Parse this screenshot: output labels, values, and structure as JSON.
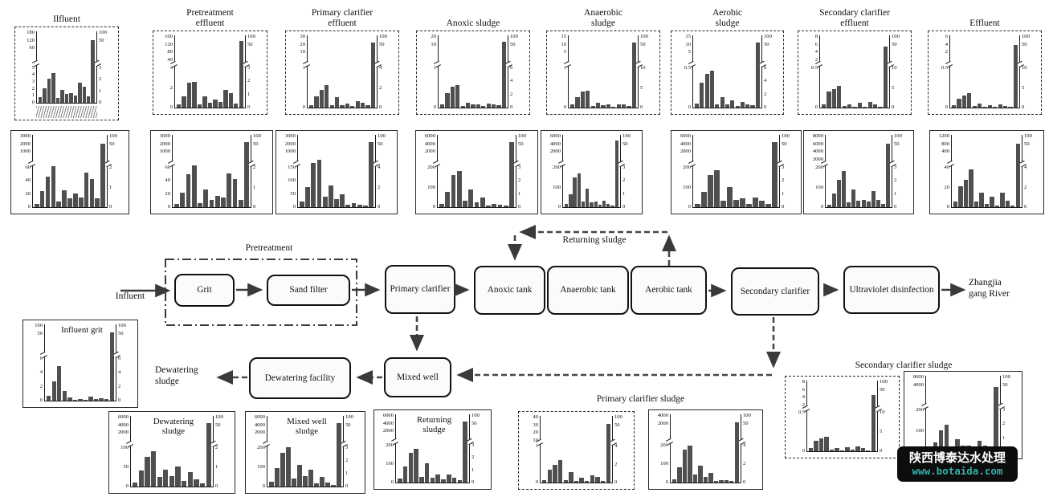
{
  "figure": {
    "bar_color": "#4f4f4f",
    "axis_color": "#1a1a1a",
    "arrow_color": "#3a3a3a",
    "watermark": {
      "line1": "陕西博泰达水处理",
      "line2": "www.botaida.com",
      "background": "#0d0d0d",
      "line1_color": "#ffffff",
      "line2_color": "#2fb3ab"
    }
  },
  "flow": {
    "influent_label": "Influent",
    "pretreatment_label": "Pretreatment",
    "returning_sludge_label": "Returning sludge",
    "dewatering_line1": "Dewatering",
    "dewatering_line2": "sludge",
    "river_line1": "Zhangjia",
    "river_line2": "gang River",
    "boxes": {
      "grit": "Grit",
      "sand_filter": "Sand filter",
      "primary_clarifier": "Primary clarifier",
      "anoxic_tank": "Anoxic tank",
      "anaerobic_tank": "Anaerobic tank",
      "aerobic_tank": "Aerobic tank",
      "secondary_clarifier": "Secondary clarifier",
      "ultraviolet": "Ultraviolet disinfection",
      "dewatering_facility": "Dewatering facility",
      "mixed_well": "Mixed well"
    }
  },
  "section_labels": {
    "primary_clarifier_sludge": "Primary clarifier sludge",
    "secondary_clarifier_sludge": "Secondary clarifier sludge"
  },
  "chart_data": [
    {
      "id": "c1",
      "type": "bar",
      "title_lines": [
        "Ilfluent"
      ],
      "title_position": "above",
      "border": "dashed",
      "axis_break": true,
      "x_labels_strip": true,
      "left_axis_upper": [
        "180",
        "120",
        "60"
      ],
      "left_axis_lower": [
        "5",
        "4",
        "3",
        "2",
        "1",
        "0"
      ],
      "right_axis_upper": [
        "100",
        "50"
      ],
      "right_axis_lower": [
        "3",
        "2",
        "1",
        "0"
      ],
      "bars_pct": [
        8,
        20,
        34,
        42,
        7,
        18,
        12,
        14,
        10,
        28,
        22,
        9,
        88
      ]
    },
    {
      "id": "c2",
      "type": "bar",
      "title_lines": [
        "Pretreatment",
        "effluent"
      ],
      "title_position": "above",
      "border": "dashed",
      "axis_break": true,
      "left_axis_upper": [
        "160",
        "120",
        "80",
        "40"
      ],
      "left_axis_lower": [
        "4",
        "2",
        "0"
      ],
      "right_axis_upper": [
        "100",
        "50"
      ],
      "right_axis_lower": [
        "3",
        "2",
        "1",
        "0"
      ],
      "bars_pct": [
        4,
        16,
        34,
        36,
        5,
        16,
        7,
        11,
        8,
        24,
        20,
        6,
        92
      ]
    },
    {
      "id": "c3",
      "type": "bar",
      "title_lines": [
        "Primary clarifier",
        "effluent"
      ],
      "title_position": "above",
      "border": "dashed",
      "axis_break": true,
      "left_axis_upper": [
        "30",
        "20",
        "10"
      ],
      "left_axis_lower": [
        "1",
        "0"
      ],
      "right_axis_upper": [
        "100",
        "50"
      ],
      "right_axis_lower": [
        "4",
        "2",
        "0"
      ],
      "bars_pct": [
        3,
        16,
        25,
        31,
        3,
        14,
        3,
        6,
        2,
        9,
        7,
        3,
        90
      ]
    },
    {
      "id": "c4",
      "type": "bar",
      "title_lines": [
        "Anoxic sludge"
      ],
      "title_position": "above",
      "border": "dashed",
      "axis_break": true,
      "left_axis_upper": [
        "20",
        "10"
      ],
      "left_axis_lower": [
        "1",
        "0"
      ],
      "right_axis_upper": [
        "100",
        "50"
      ],
      "right_axis_lower": [
        "6",
        "4",
        "2",
        "0"
      ],
      "bars_pct": [
        4,
        20,
        29,
        31,
        2,
        7,
        4,
        5,
        2,
        6,
        4,
        3,
        91
      ]
    },
    {
      "id": "c5",
      "type": "bar",
      "title_lines": [
        "Anaerobic",
        "sludge"
      ],
      "title_position": "above",
      "border": "dashed",
      "axis_break": true,
      "left_axis_upper": [
        "15",
        "10",
        "5"
      ],
      "left_axis_lower": [
        "1",
        "0"
      ],
      "right_axis_upper": [
        "100",
        "50"
      ],
      "right_axis_lower": [
        "10",
        "5",
        "0"
      ],
      "bars_pct": [
        4,
        14,
        22,
        23,
        2,
        7,
        3,
        5,
        1,
        4,
        4,
        2,
        90
      ]
    },
    {
      "id": "c6",
      "type": "bar",
      "title_lines": [
        "Aerobic",
        "sludge"
      ],
      "title_position": "above",
      "border": "dashed",
      "axis_break": true,
      "left_axis_upper": [
        "15",
        "10",
        "5"
      ],
      "left_axis_lower": [
        "0.5",
        "0"
      ],
      "right_axis_upper": [
        "100",
        "50"
      ],
      "right_axis_lower": [
        "6",
        "4",
        "2",
        "0"
      ],
      "bars_pct": [
        6,
        34,
        47,
        51,
        4,
        14,
        4,
        10,
        2,
        8,
        5,
        3,
        90
      ]
    },
    {
      "id": "c7",
      "type": "bar",
      "title_lines": [
        "Secondary clarifier",
        "effluent"
      ],
      "title_position": "above",
      "border": "dashed",
      "axis_break": true,
      "left_axis_upper": [
        "8",
        "6",
        "4",
        "2"
      ],
      "left_axis_lower": [
        "0.5",
        "0"
      ],
      "right_axis_upper": [
        "100",
        "50"
      ],
      "right_axis_lower": [
        "10",
        "5",
        "0"
      ],
      "bars_pct": [
        5,
        22,
        26,
        30,
        2,
        5,
        1,
        7,
        1,
        8,
        4,
        1,
        85
      ]
    },
    {
      "id": "c8",
      "type": "bar",
      "title_lines": [
        "Effluent"
      ],
      "title_position": "above",
      "border": "dashed",
      "axis_break": true,
      "left_axis_upper": [
        "6",
        "4",
        "2"
      ],
      "left_axis_lower": [
        "0.5",
        "0"
      ],
      "right_axis_upper": [
        "100",
        "50"
      ],
      "right_axis_lower": [
        "10",
        "5",
        "0"
      ],
      "bars_pct": [
        3,
        12,
        17,
        20,
        2,
        6,
        1,
        3,
        1,
        5,
        2,
        1,
        87
      ]
    },
    {
      "id": "r1",
      "type": "bar",
      "title_lines": [],
      "title_position": "none",
      "border": "solid",
      "axis_break": true,
      "left_axis_upper": [
        "3000",
        "2000",
        "1000"
      ],
      "left_axis_lower": [
        "60",
        "40",
        "20",
        "0"
      ],
      "right_axis_upper": [
        "100",
        "50"
      ],
      "right_axis_lower": [
        "2",
        "1",
        "0"
      ],
      "bars_pct": [
        5,
        22,
        42,
        57,
        8,
        23,
        12,
        19,
        13,
        48,
        39,
        12,
        88
      ]
    },
    {
      "id": "r2",
      "type": "bar",
      "title_lines": [],
      "title_position": "none",
      "border": "solid",
      "axis_break": true,
      "left_axis_upper": [
        "3000",
        "2000",
        "1000"
      ],
      "left_axis_lower": [
        "60",
        "40",
        "20",
        "0"
      ],
      "right_axis_upper": [
        "100",
        "50"
      ],
      "right_axis_lower": [
        "2",
        "1",
        "0"
      ],
      "bars_pct": [
        4,
        20,
        46,
        58,
        6,
        25,
        10,
        16,
        13,
        47,
        39,
        10,
        90
      ]
    },
    {
      "id": "r3",
      "type": "bar",
      "title_lines": [],
      "title_position": "none",
      "border": "solid",
      "axis_break": true,
      "left_axis_upper": [
        "3000",
        "2000",
        "1000"
      ],
      "left_axis_lower": [
        "150",
        "100",
        "50",
        "0"
      ],
      "right_axis_upper": [
        "100",
        "50"
      ],
      "right_axis_lower": [
        "4",
        "2",
        "0"
      ],
      "bars_pct": [
        8,
        28,
        61,
        66,
        15,
        30,
        11,
        18,
        3,
        6,
        3,
        2,
        90
      ]
    },
    {
      "id": "r4",
      "type": "bar",
      "title_lines": [],
      "title_position": "none",
      "border": "solid",
      "axis_break": true,
      "left_axis_upper": [
        "6000",
        "4000",
        "2000"
      ],
      "left_axis_lower": [
        "200",
        "100",
        "0"
      ],
      "right_axis_upper": [
        "100",
        "50"
      ],
      "right_axis_lower": [
        "3",
        "2",
        "1",
        "0"
      ],
      "bars_pct": [
        5,
        21,
        45,
        50,
        9,
        24,
        7,
        13,
        2,
        5,
        3,
        2,
        90
      ]
    },
    {
      "id": "r5",
      "type": "bar",
      "title_lines": [],
      "title_position": "none",
      "border": "solid",
      "axis_break": true,
      "left_axis_upper": [
        "6000",
        "4000",
        "2000"
      ],
      "left_axis_lower": [
        "200",
        "100",
        "0"
      ],
      "right_axis_upper": [
        "100",
        "50"
      ],
      "right_axis_lower": [
        "3",
        "2",
        "1",
        "0"
      ],
      "bars_pct": [
        4,
        18,
        41,
        47,
        8,
        26,
        7,
        8,
        3,
        9,
        4,
        2,
        92
      ]
    },
    {
      "id": "r6",
      "type": "bar",
      "title_lines": [],
      "title_position": "none",
      "border": "solid",
      "axis_break": true,
      "left_axis_upper": [
        "6000",
        "4000",
        "2000"
      ],
      "left_axis_lower": [
        "200",
        "100",
        "0"
      ],
      "right_axis_upper": [
        "100",
        "50"
      ],
      "right_axis_lower": [
        "3",
        "2",
        "1",
        "0"
      ],
      "bars_pct": [
        5,
        21,
        44,
        51,
        9,
        28,
        10,
        12,
        5,
        13,
        9,
        5,
        90
      ]
    },
    {
      "id": "r7",
      "type": "bar",
      "title_lines": [],
      "title_position": "none",
      "border": "solid",
      "axis_break": true,
      "left_axis_upper": [
        "8000",
        "6000",
        "4000",
        "2000"
      ],
      "left_axis_lower": [
        "200",
        "100",
        "0"
      ],
      "right_axis_upper": [
        "100",
        "50"
      ],
      "right_axis_lower": [
        "3",
        "2",
        "1",
        "0"
      ],
      "bars_pct": [
        3,
        19,
        38,
        50,
        7,
        24,
        9,
        10,
        8,
        22,
        10,
        5,
        88
      ]
    },
    {
      "id": "r8",
      "type": "bar",
      "title_lines": [],
      "title_position": "none",
      "border": "solid",
      "axis_break": true,
      "left_axis_upper": [
        "1200",
        "800",
        "400"
      ],
      "left_axis_lower": [
        "40",
        "20",
        "0"
      ],
      "right_axis_upper": [
        "100",
        "50"
      ],
      "right_axis_lower": [
        "4",
        "2",
        "0"
      ],
      "bars_pct": [
        8,
        29,
        38,
        52,
        8,
        20,
        4,
        14,
        2,
        20,
        9,
        2,
        88
      ]
    },
    {
      "id": "grit",
      "type": "bar",
      "title_lines": [
        "Influent grit"
      ],
      "title_position": "inside",
      "border": "solid",
      "axis_break": true,
      "left_axis_upper": [
        "100",
        "50"
      ],
      "left_axis_lower": [
        "6",
        "4",
        "2",
        "0"
      ],
      "right_axis_upper": [
        "100",
        "50"
      ],
      "right_axis_lower": [
        "6",
        "4",
        "2",
        "0"
      ],
      "bars_pct": [
        6,
        25,
        45,
        13,
        4,
        1,
        2,
        1,
        5,
        2,
        3,
        2,
        90
      ]
    },
    {
      "id": "dw",
      "type": "bar",
      "title_lines": [
        "Dewatering",
        "sludge"
      ],
      "title_position": "inside",
      "border": "solid",
      "axis_break": true,
      "left_axis_upper": [
        "6000",
        "4000",
        "2000"
      ],
      "left_axis_lower": [
        "100",
        "50",
        "0"
      ],
      "right_axis_upper": [
        "100",
        "50"
      ],
      "right_axis_lower": [
        "2",
        "1",
        "0"
      ],
      "bars_pct": [
        6,
        23,
        42,
        50,
        14,
        24,
        15,
        28,
        8,
        21,
        10,
        5,
        90
      ]
    },
    {
      "id": "mw",
      "type": "bar",
      "title_lines": [
        "Mixed well",
        "sludge"
      ],
      "title_position": "inside",
      "border": "solid",
      "axis_break": true,
      "left_axis_upper": [
        "6000",
        "4000",
        "2000"
      ],
      "left_axis_lower": [
        "200",
        "100",
        "0"
      ],
      "right_axis_upper": [
        "100",
        "50"
      ],
      "right_axis_lower": [
        "3",
        "2",
        "1",
        "0"
      ],
      "bars_pct": [
        7,
        26,
        48,
        56,
        11,
        31,
        15,
        24,
        5,
        14,
        6,
        2,
        90
      ]
    },
    {
      "id": "rs",
      "type": "bar",
      "title_lines": [
        "Returning",
        "sludge"
      ],
      "title_position": "inside",
      "border": "solid",
      "axis_break": true,
      "left_axis_upper": [
        "6000",
        "4000",
        "2000"
      ],
      "left_axis_lower": [
        "200",
        "100",
        "0"
      ],
      "right_axis_upper": [
        "100",
        "50"
      ],
      "right_axis_lower": [
        "3",
        "2",
        "1",
        "0"
      ],
      "bars_pct": [
        6,
        24,
        44,
        50,
        8,
        28,
        7,
        12,
        5,
        12,
        7,
        4,
        90
      ]
    },
    {
      "id": "pcs1",
      "type": "bar",
      "title_lines": [],
      "title_position": "none",
      "border": "dashed",
      "axis_break": true,
      "left_axis_upper": [
        "40",
        "30",
        "20",
        "10"
      ],
      "left_axis_lower": [
        "1",
        "0"
      ],
      "right_axis_upper": [
        "100",
        "50"
      ],
      "right_axis_lower": [
        "4",
        "2",
        "0"
      ],
      "bars_pct": [
        4,
        19,
        27,
        34,
        4,
        16,
        3,
        7,
        2,
        11,
        9,
        3,
        88
      ]
    },
    {
      "id": "pcs2",
      "type": "bar",
      "title_lines": [],
      "title_position": "none",
      "border": "solid",
      "axis_break": true,
      "left_axis_upper": [
        "4000",
        "2000"
      ],
      "left_axis_lower": [
        "200",
        "100",
        "0"
      ],
      "right_axis_upper": [
        "100",
        "50"
      ],
      "right_axis_lower": [
        "4",
        "2",
        "0"
      ],
      "bars_pct": [
        5,
        22,
        48,
        54,
        12,
        25,
        8,
        14,
        2,
        4,
        3,
        2,
        88
      ]
    },
    {
      "id": "scs1",
      "type": "bar",
      "title_lines": [],
      "title_position": "none",
      "border": "dashed",
      "axis_break": true,
      "left_axis_upper": [
        "8",
        "6",
        "4",
        "2"
      ],
      "left_axis_lower": [
        "0.5",
        "0"
      ],
      "right_axis_upper": [
        "100",
        "50"
      ],
      "right_axis_lower": [
        "10",
        "5",
        "0"
      ],
      "bars_pct": [
        5,
        15,
        18,
        21,
        2,
        5,
        1,
        6,
        2,
        7,
        4,
        1,
        80
      ]
    },
    {
      "id": "scs2",
      "type": "bar",
      "title_lines": [],
      "title_position": "none",
      "border": "solid",
      "axis_break": true,
      "left_axis_upper": [
        "8000",
        "4000"
      ],
      "left_axis_lower": [
        "200",
        "100",
        "0"
      ],
      "right_axis_upper": [
        "100",
        "50"
      ],
      "right_axis_lower": [
        "3",
        "2",
        "1",
        "0"
      ],
      "bars_pct": [
        5,
        13,
        28,
        36,
        7,
        17,
        8,
        8,
        7,
        15,
        8,
        5,
        85
      ]
    }
  ]
}
